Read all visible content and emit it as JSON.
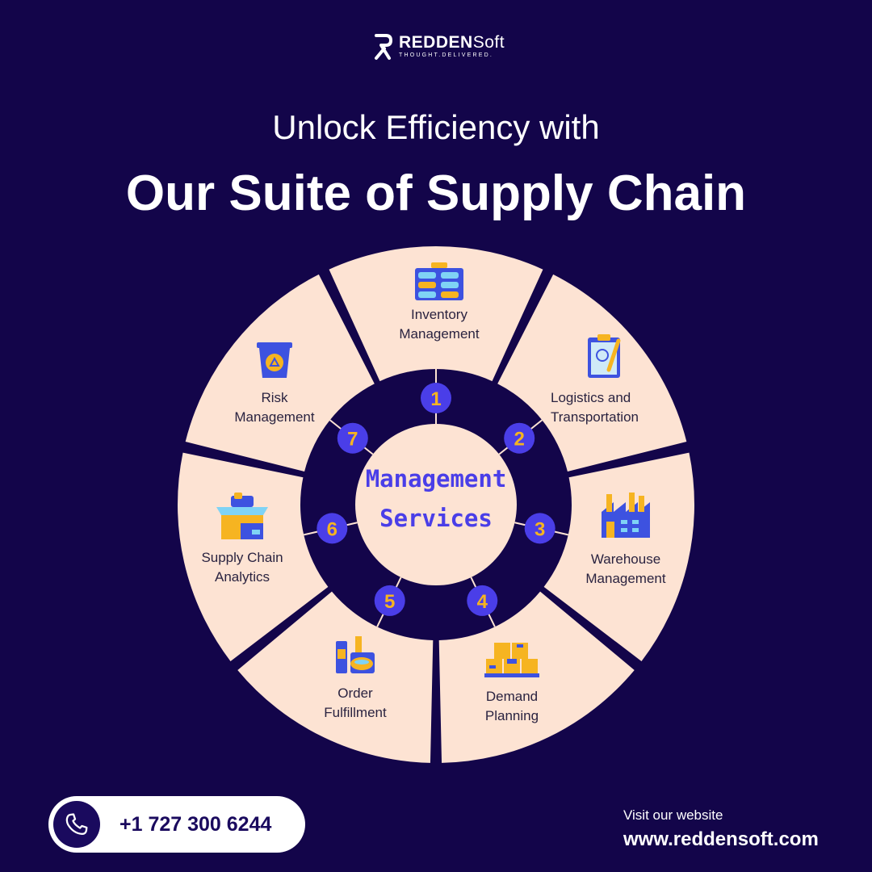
{
  "brand": {
    "name_bold": "REDDEN",
    "name_light": "Soft",
    "tagline": "THOUGHT.DELIVERED."
  },
  "headline": {
    "line1": "Unlock Efficiency with",
    "line2": "Our Suite of Supply Chain"
  },
  "center": {
    "line1": "Management",
    "line2": "Services"
  },
  "segments": [
    {
      "number": "1",
      "label_lines": [
        "Inventory",
        "Management"
      ],
      "icon": "inventory-shelves-icon"
    },
    {
      "number": "2",
      "label_lines": [
        "Logistics and",
        "Transportation"
      ],
      "icon": "clipboard-map-icon"
    },
    {
      "number": "3",
      "label_lines": [
        "Warehouse",
        "Management"
      ],
      "icon": "factory-icon"
    },
    {
      "number": "4",
      "label_lines": [
        "Demand",
        "Planning"
      ],
      "icon": "boxes-pallet-icon"
    },
    {
      "number": "5",
      "label_lines": [
        "Order",
        "Fulfillment"
      ],
      "icon": "products-icon"
    },
    {
      "number": "6",
      "label_lines": [
        "Supply Chain",
        "Analytics"
      ],
      "icon": "open-box-icon"
    },
    {
      "number": "7",
      "label_lines": [
        "Risk",
        "Management"
      ],
      "icon": "recycle-bin-icon"
    }
  ],
  "colors": {
    "background": "#13054a",
    "segment_fill": "#fde3d3",
    "number_circle": "#4a3ee8",
    "number_text": "#f6b421",
    "center_text": "#4a3ee8"
  },
  "contact": {
    "phone": "+1 727 300 6244",
    "web_label": "Visit our website",
    "web_url": "www.reddensoft.com"
  }
}
